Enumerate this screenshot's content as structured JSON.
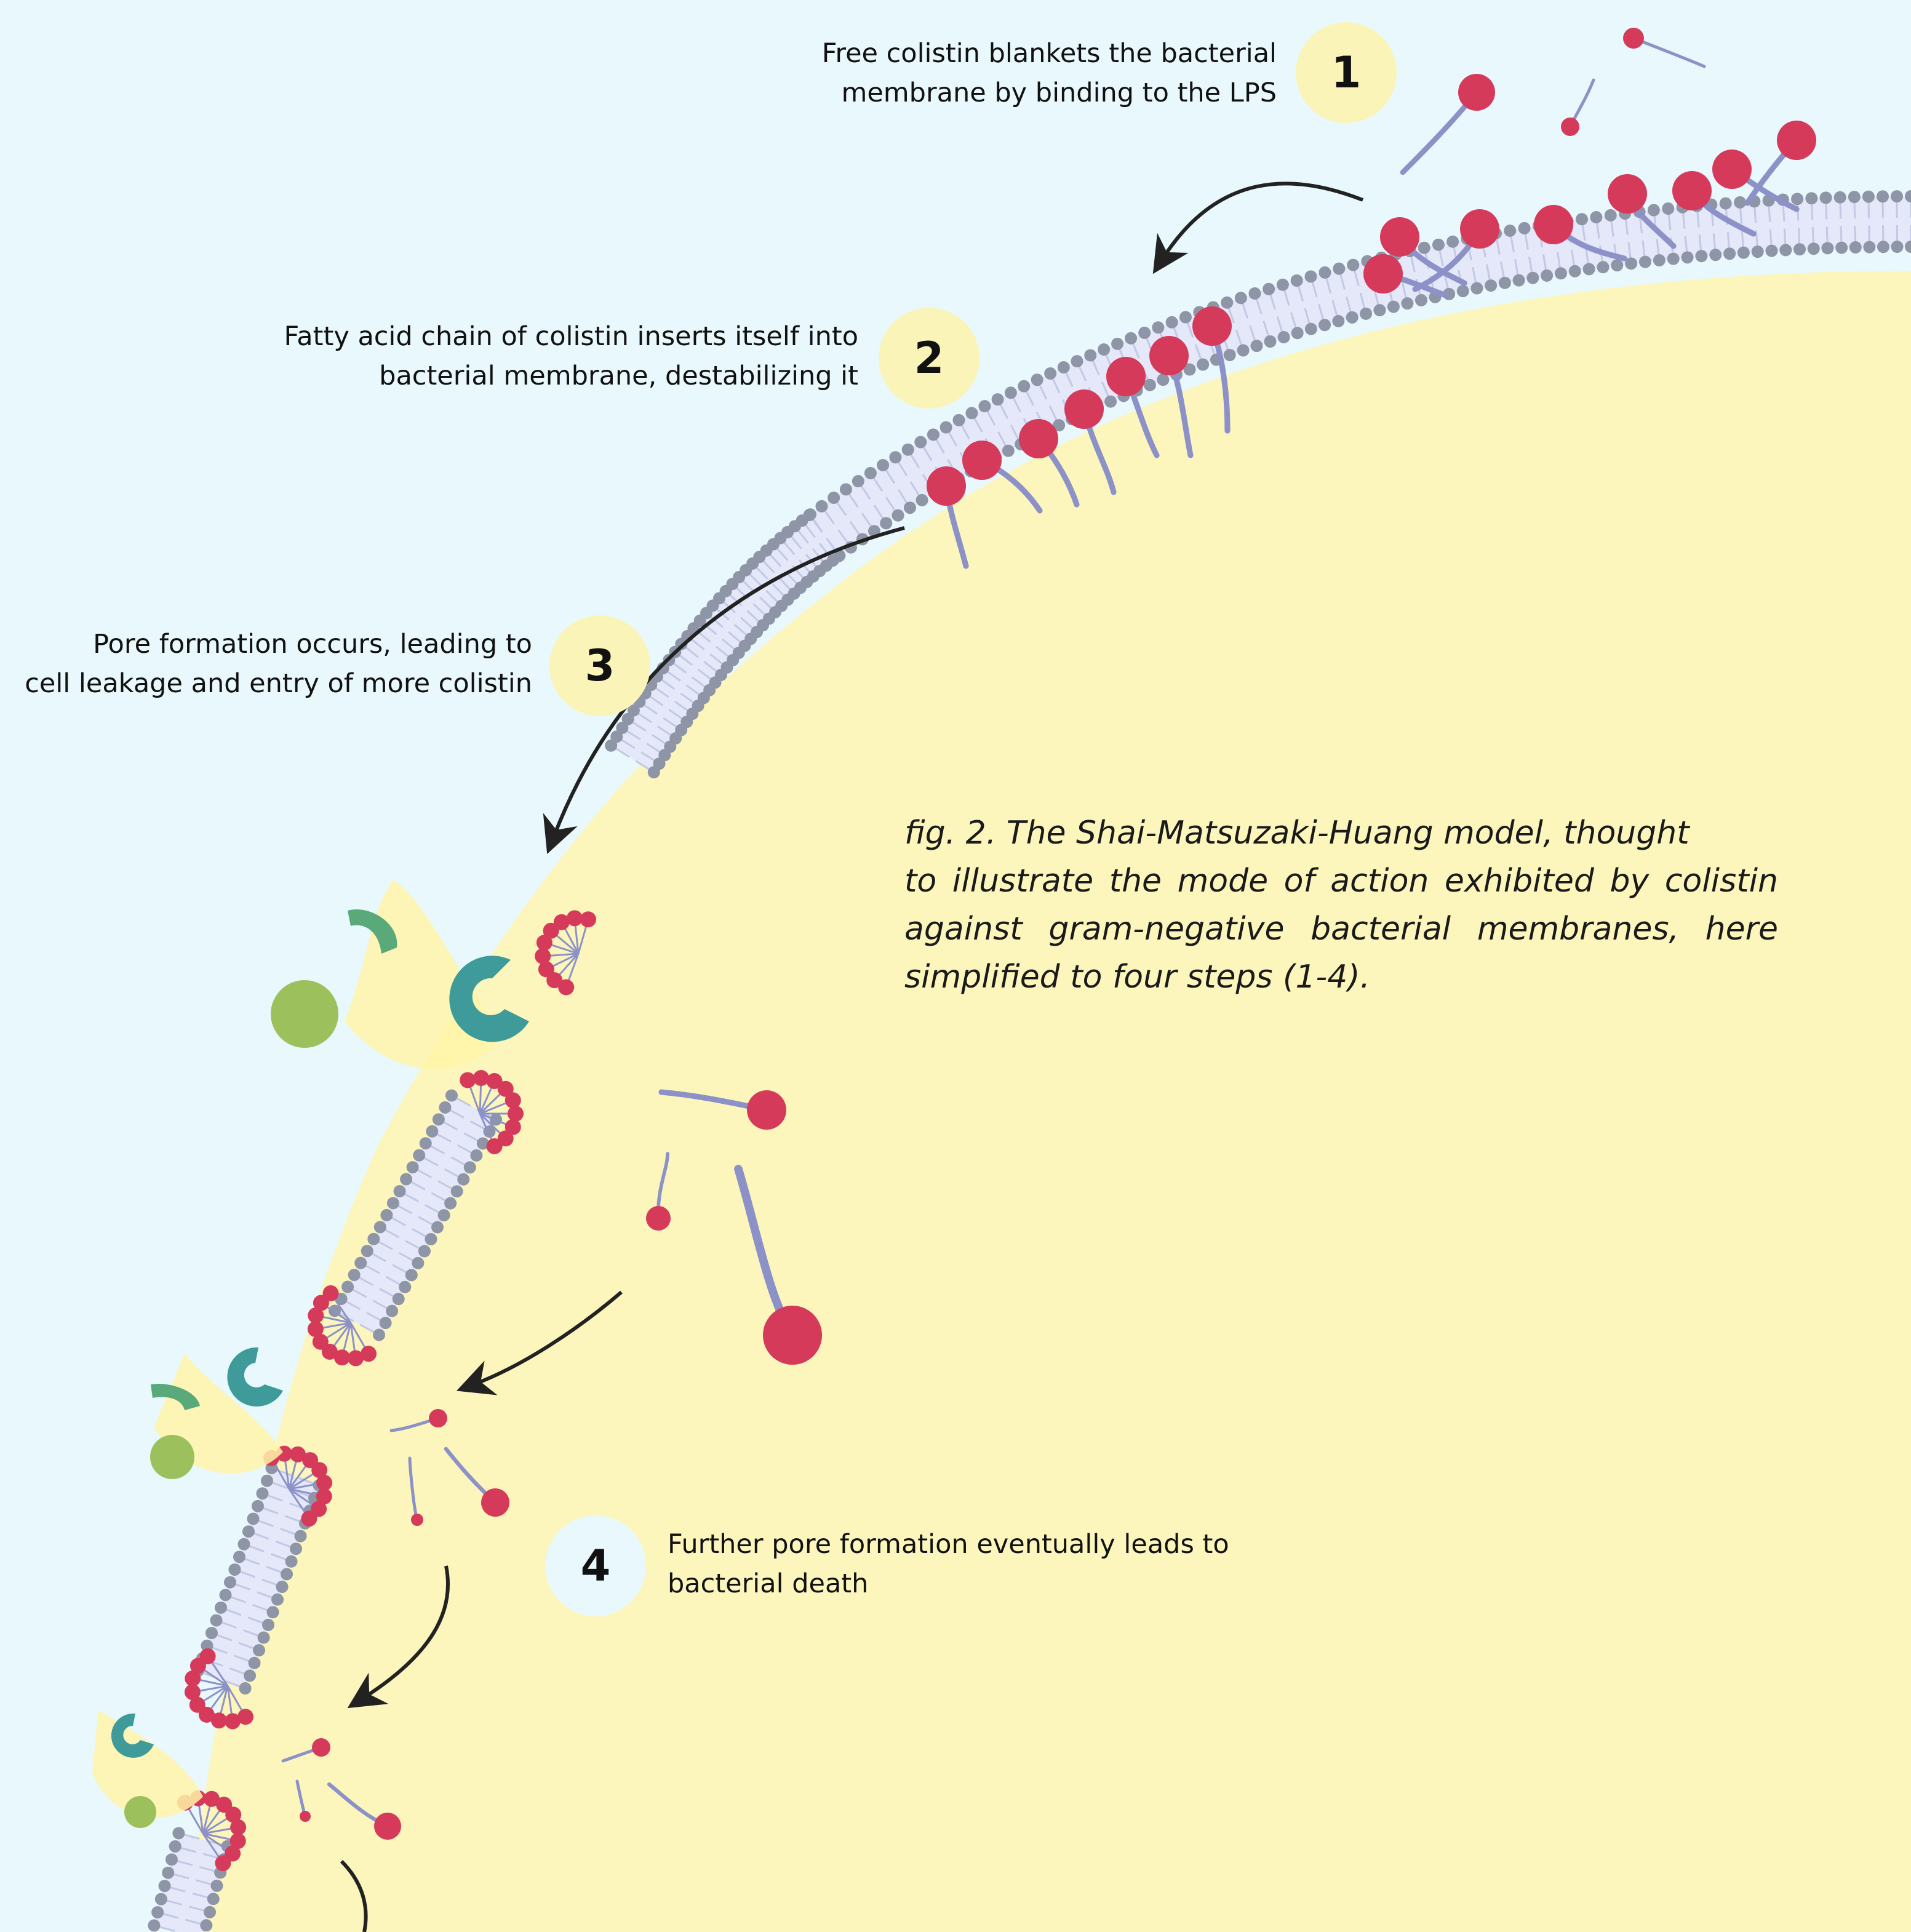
{
  "colors": {
    "background": "#e8f8fd",
    "cytoplasm": "#fcf6bd",
    "membrane_head": "#8e95a6",
    "membrane_tail": "#c3c8e6",
    "colistin_head": "#d53a5a",
    "colistin_tail": "#8c92c8",
    "badge": "#fbf4b8",
    "arrow": "#222222",
    "debris_teal": "#3f9a9a",
    "debris_green": "#9cc15c"
  },
  "steps": [
    {
      "number": "1",
      "lines": [
        "Free colistin blankets the bacterial",
        "membrane by binding to the LPS"
      ]
    },
    {
      "number": "2",
      "lines": [
        "Fatty acid chain of colistin inserts itself into",
        "bacterial membrane, destabilizing it"
      ]
    },
    {
      "number": "3",
      "lines": [
        "Pore formation occurs, leading to",
        "cell leakage and entry of more colistin"
      ]
    },
    {
      "number": "4",
      "lines": [
        "Further pore formation eventually leads to",
        "bacterial death"
      ]
    }
  ],
  "caption": {
    "line1": "fig. 2. The Shai-Matsuzaki-Huang model, thought",
    "rest": "to illustrate the mode of action exhibited by colistin against gram-negative bacterial membranes, here simplified to four steps (1-4)."
  },
  "icons": [
    "colistin-molecule-icon",
    "arrow-icon",
    "lipid-bilayer-icon",
    "pore-icon",
    "cell-debris-icon"
  ]
}
